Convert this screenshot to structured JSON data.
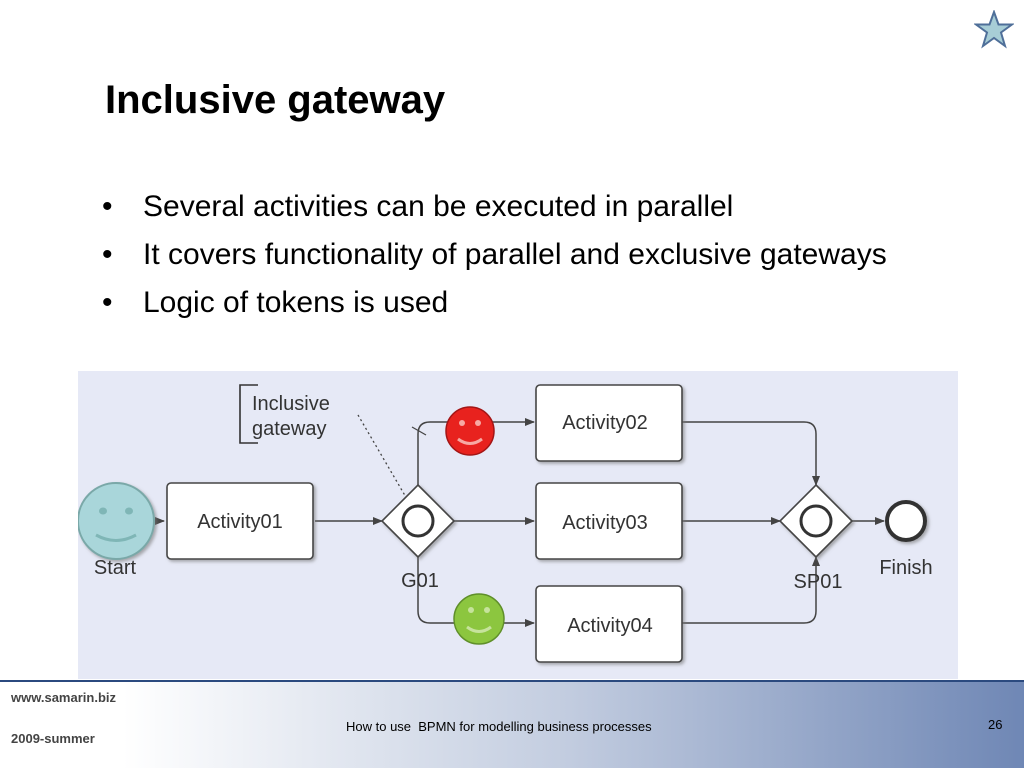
{
  "slide": {
    "title": "Inclusive gateway",
    "bullets": [
      "Several activities can be executed in parallel",
      "It covers functionality of parallel and exclusive gateways",
      "Logic of tokens is used"
    ]
  },
  "diagram": {
    "annotation_line1": "Inclusive",
    "annotation_line2": "gateway",
    "start_label": "Start",
    "activity01": "Activity01",
    "activity02": "Activity02",
    "activity03": "Activity03",
    "activity04": "Activity04",
    "gateway_label": "G01",
    "join_label": "SP01",
    "finish_label": "Finish",
    "colors": {
      "background": "#e6e9f6",
      "start_face": "#a9d6da",
      "red_token": "#e8221e",
      "green_token": "#8cc63f"
    }
  },
  "footer": {
    "site": "www.samarin.biz",
    "season": "2009-summer",
    "caption": "How to use  BPMN for modelling business processes",
    "page_number": "26"
  }
}
